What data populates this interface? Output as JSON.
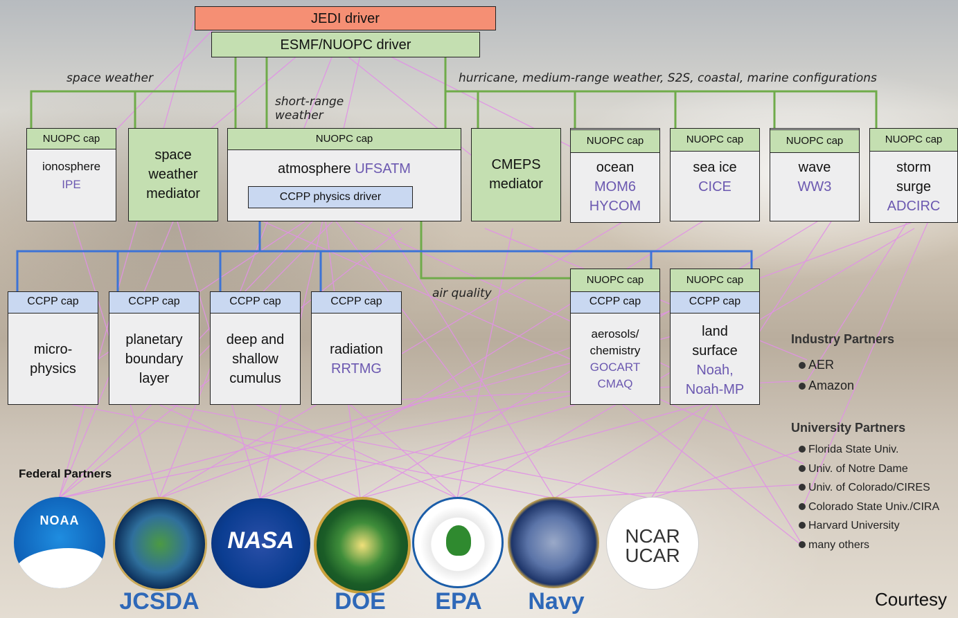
{
  "drivers": {
    "jedi": "JEDI driver",
    "esmf": "ESMF/NUOPC driver",
    "ccpp_physics": "CCPP physics driver"
  },
  "labels": {
    "space_weather": "space weather",
    "short_range_1": "short-range",
    "short_range_2": "weather",
    "configs": "hurricane, medium-range weather, S2S, coastal, marine configurations",
    "air_quality": "air quality"
  },
  "caps": {
    "nuopc": "NUOPC cap",
    "ccpp": "CCPP cap"
  },
  "components": {
    "ionosphere": {
      "name": "ionosphere",
      "model": "IPE"
    },
    "space_mediator": {
      "l1": "space",
      "l2": "weather",
      "l3": "mediator"
    },
    "atmosphere": {
      "name": "atmosphere",
      "model": "UFSATM"
    },
    "cmeps": {
      "l1": "CMEPS",
      "l2": "mediator"
    },
    "ocean": {
      "name": "ocean",
      "m1": "MOM6",
      "m2": "HYCOM"
    },
    "seaice": {
      "name": "sea ice",
      "model": "CICE"
    },
    "wave": {
      "name": "wave",
      "model": "WW3"
    },
    "storm": {
      "l1": "storm",
      "l2": "surge",
      "model": "ADCIRC"
    },
    "micro": {
      "l1": "micro-",
      "l2": "physics"
    },
    "pbl": {
      "l1": "planetary",
      "l2": "boundary",
      "l3": "layer"
    },
    "cumulus": {
      "l1": "deep and",
      "l2": "shallow",
      "l3": "cumulus"
    },
    "radiation": {
      "name": "radiation",
      "model": "RRTMG"
    },
    "aerosols": {
      "l1": "aerosols/",
      "l2": "chemistry",
      "m1": "GOCART",
      "m2": "CMAQ"
    },
    "land": {
      "l1": "land",
      "l2": "surface",
      "m1": "Noah,",
      "m2": "Noah-MP"
    }
  },
  "industry": {
    "title": "Industry Partners",
    "items": [
      "AER",
      "Amazon"
    ]
  },
  "university": {
    "title": "University Partners",
    "items": [
      "Florida State Univ.",
      "Univ. of Notre Dame",
      "Univ. of Colorado/CIRES",
      "Colorado State Univ./CIRA",
      "Harvard University",
      "many others"
    ]
  },
  "federal": {
    "title": "Federal Partners",
    "noaa_text": "NOAA",
    "nasa_text": "NASA",
    "ncar_1": "NCAR",
    "ncar_2": "UCAR",
    "names": [
      "JCSDA",
      "DOE",
      "EPA",
      "Navy"
    ]
  },
  "courtesy": "Courtesy",
  "colors": {
    "green_line": "#6fab4a",
    "blue_line": "#3c73d6",
    "pink_line": "#e191e6",
    "model_text": "#6b58b0"
  }
}
